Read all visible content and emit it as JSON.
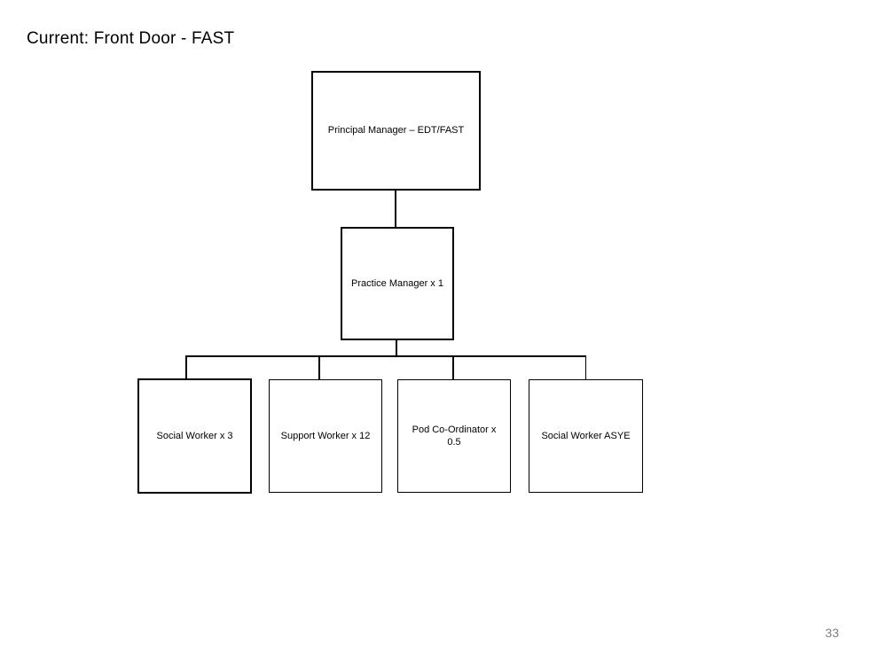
{
  "page": {
    "title": "Current: Front Door - FAST",
    "page_number": "33",
    "colors": {
      "background": "#ffffff",
      "box_border": "#000000",
      "box_fill": "#ffffff",
      "text": "#000000",
      "page_number_text": "#7f7f7f"
    }
  },
  "chart_data": {
    "type": "org-chart",
    "title": "Current: Front Door - FAST",
    "nodes": [
      {
        "id": "principal-manager",
        "label": "Principal Manager – EDT/FAST",
        "level": 1,
        "reports_to": null,
        "border": "medium"
      },
      {
        "id": "practice-manager",
        "label": "Practice Manager x 1",
        "level": 2,
        "reports_to": "principal-manager",
        "border": "medium"
      },
      {
        "id": "social-worker-x3",
        "label": "Social Worker x 3",
        "level": 3,
        "reports_to": "practice-manager",
        "border": "thick"
      },
      {
        "id": "support-worker-x12",
        "label": "Support Worker x 12",
        "level": 3,
        "reports_to": "practice-manager",
        "border": "thin"
      },
      {
        "id": "pod-coordinator",
        "label": "Pod Co-Ordinator x 0.5",
        "level": 3,
        "reports_to": "practice-manager",
        "border": "thin"
      },
      {
        "id": "social-worker-asye",
        "label": "Social Worker ASYE",
        "level": 3,
        "reports_to": "practice-manager",
        "border": "thin"
      }
    ]
  }
}
